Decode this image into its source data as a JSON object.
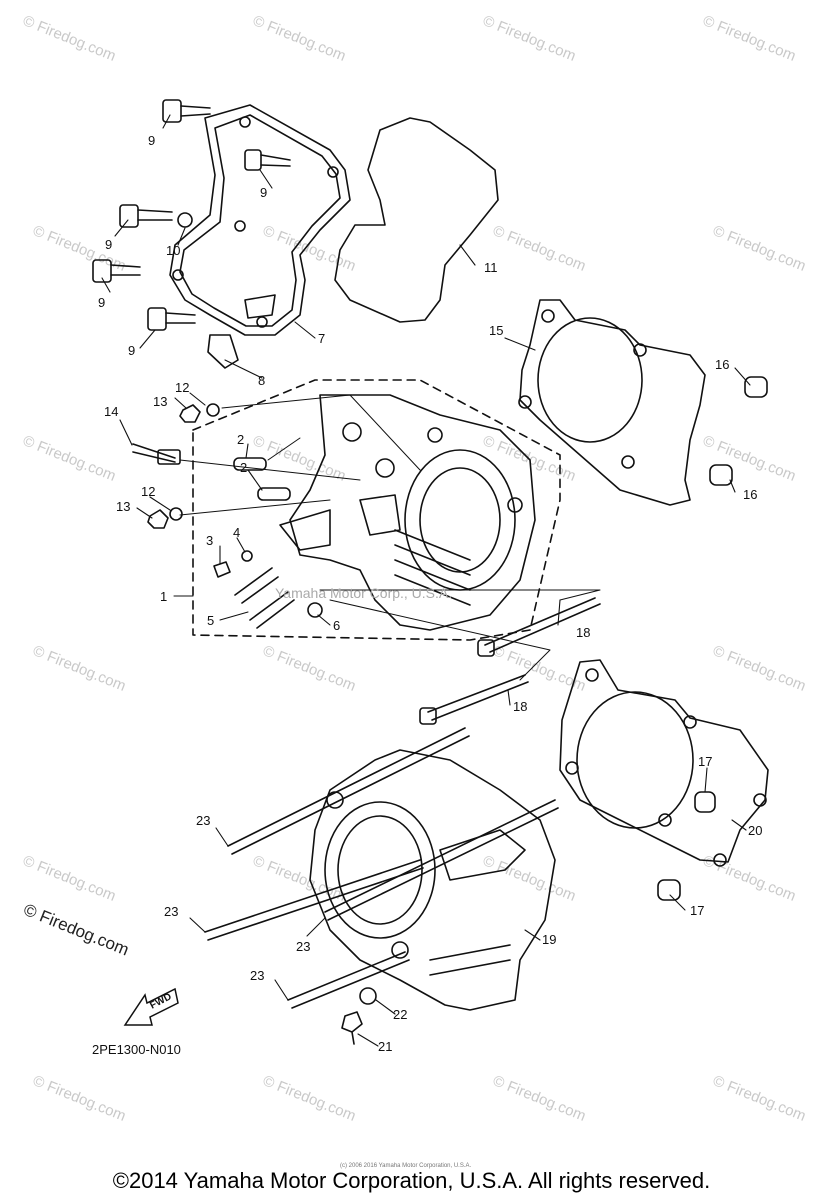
{
  "watermark_text": "© Firedog.com",
  "overlay_text": "Yamaha Motor Corp., U.S.A.",
  "firedog_label": "© Firedog.com",
  "fwd_label": "FWD",
  "part_code": "2PE1300-N010",
  "small_credit": "(c) 2006 2016 Yamaha Motor Corporation, U.S.A.",
  "copyright": "©2014 Yamaha Motor Corporation, U.S.A. All rights reserved.",
  "callouts": [
    "1",
    "2",
    "2",
    "3",
    "4",
    "5",
    "6",
    "7",
    "8",
    "9",
    "9",
    "9",
    "9",
    "9",
    "10",
    "11",
    "12",
    "12",
    "13",
    "13",
    "14",
    "15",
    "16",
    "16",
    "17",
    "17",
    "18",
    "18",
    "19",
    "20",
    "21",
    "22",
    "23",
    "23",
    "23",
    "23"
  ]
}
